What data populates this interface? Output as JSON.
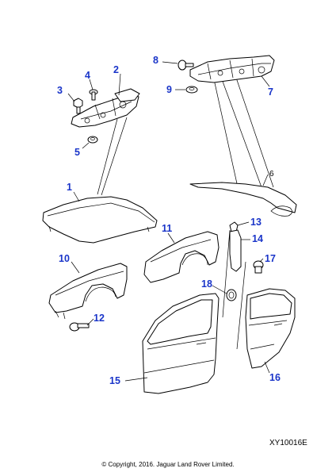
{
  "diagram": {
    "callouts": {
      "c1": "1",
      "c2": "2",
      "c3": "3",
      "c4": "4",
      "c5": "5",
      "c6": "6",
      "c7": "7",
      "c8": "8",
      "c9": "9",
      "c10": "10",
      "c11": "11",
      "c12": "12",
      "c13": "13",
      "c14": "14",
      "c15": "15",
      "c16": "16",
      "c17": "17",
      "c18": "18"
    },
    "callout_color": "#1a35c9",
    "reference_code": "XY10016E",
    "copyright": "© Copyright, 2016. Jaguar Land Rover Limited."
  }
}
